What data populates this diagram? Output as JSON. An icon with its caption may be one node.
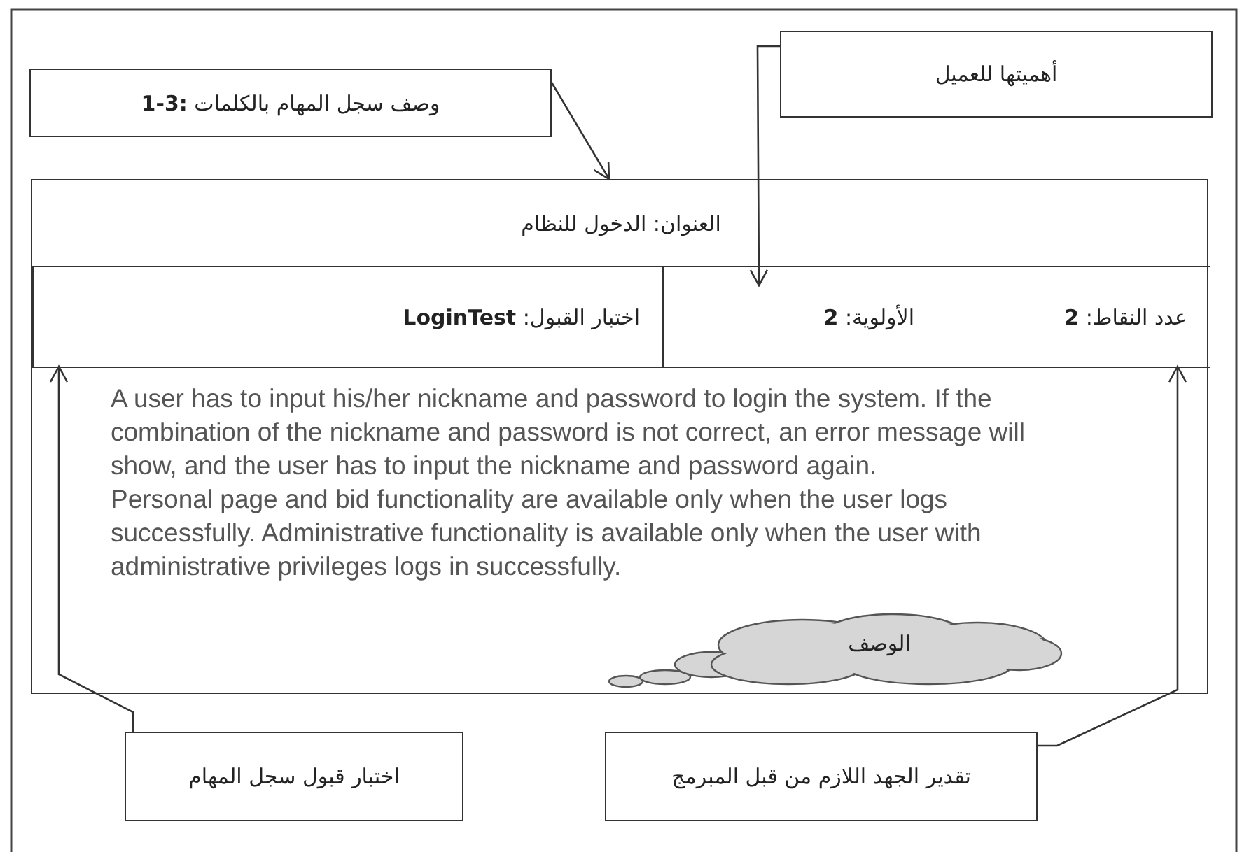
{
  "diagram": {
    "nodes": [
      {
        "text": [
          "**1-3:** وصف سجل المهام بالكلمات"
        ]
      },
      {
        "text": [
          "أهميتها للعميل"
        ]
      },
      {
        "text": [],
        "shape": "box"
      },
      {
        "text": [
          "العنوان: الدخول للنظام"
        ],
        "in": 2
      },
      {
        "text": [
          "اختبار القبول: **LoginTest**"
        ],
        "in": 2
      },
      {
        "text": [
          "الأولوية: **2**"
        ],
        "in": 2
      },
      {
        "text": [
          "عدد النقاط: **2**"
        ],
        "in": 2
      },
      {
        "text": [
          "A user has to input his/her nickname and password to login the system. If the combination of the nickname and password is not correct, an error message will show, and the user has to input the nickname and password again.",
          "Personal page and bid functionality are available only when the user logs successfully. Administrative functionality is available only when the user with administrative privileges logs in successfully."
        ],
        "in": 2
      },
      {
        "text": [
          "الوصف"
        ],
        "in": 7
      },
      {
        "text": [
          "اختبار قبول سجل المهام"
        ]
      },
      {
        "text": [
          "تقدير الجهد اللازم من قبل المبرمج"
        ]
      }
    ],
    "edges": [
      {
        "from": 0,
        "to": 3,
        "arrow": "to"
      },
      {
        "from": 1,
        "to": 5,
        "arrow": "to"
      },
      {
        "from": 9,
        "to": 4,
        "arrow": "to"
      },
      {
        "from": 10,
        "to": 6,
        "arrow": "to"
      }
    ]
  }
}
